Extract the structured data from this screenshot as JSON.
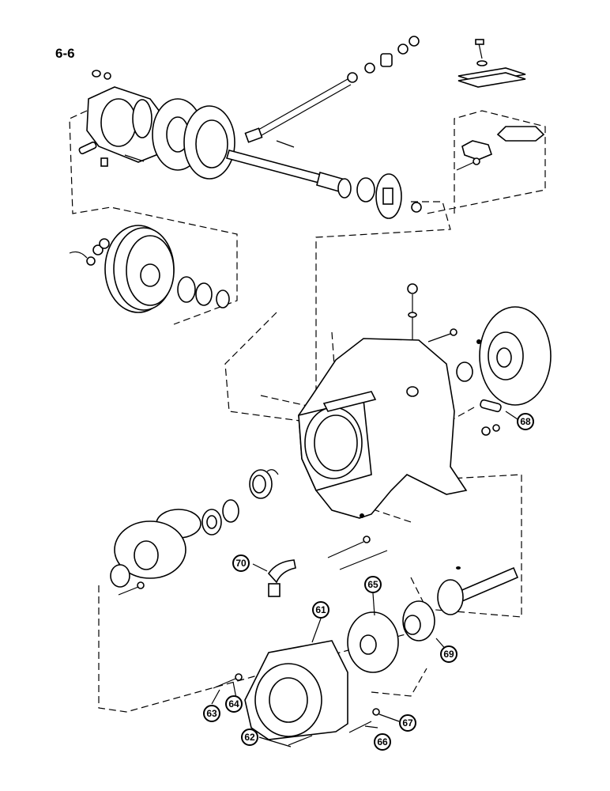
{
  "page_label": "6-6",
  "callouts": [
    {
      "id": "61",
      "label": "61"
    },
    {
      "id": "62",
      "label": "62"
    },
    {
      "id": "63",
      "label": "63"
    },
    {
      "id": "64",
      "label": "64"
    },
    {
      "id": "65",
      "label": "65"
    },
    {
      "id": "66",
      "label": "66"
    },
    {
      "id": "67",
      "label": "67"
    },
    {
      "id": "68",
      "label": "68"
    },
    {
      "id": "69",
      "label": "69"
    },
    {
      "id": "70",
      "label": "70"
    }
  ],
  "colors": {
    "ink": "#000000",
    "paper": "#ffffff"
  }
}
